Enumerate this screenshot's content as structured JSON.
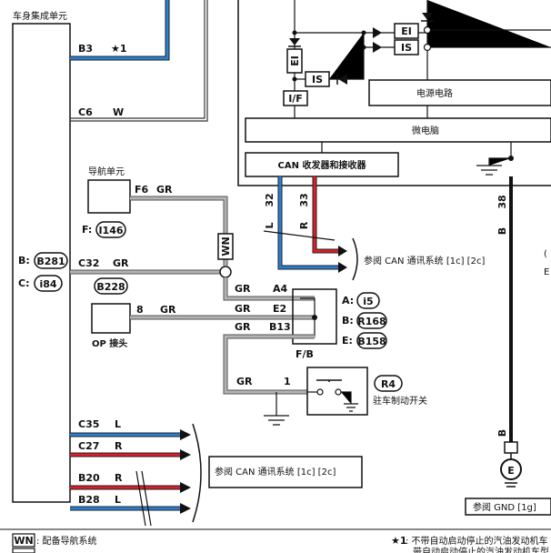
{
  "body_ecu": {
    "title": "车身集成单元",
    "connector_b_label": "B:",
    "connector_b_code": "B281",
    "connector_c_label": "C:",
    "connector_c_code": "i84"
  },
  "pins": {
    "b3": "B3",
    "b3_note": "★1",
    "c6": "C6",
    "c6_color": "W",
    "c32": "C32",
    "c32_color": "GR",
    "c35": "C35",
    "c35_color": "L",
    "c27": "C27",
    "c27_color": "R",
    "b20": "B20",
    "b20_color": "R",
    "b28": "B28",
    "b28_color": "L"
  },
  "nav_unit": {
    "title": "导航单元",
    "pin": "F6",
    "color": "GR",
    "connector_label": "F:",
    "connector_code": "I146"
  },
  "wn_badge": "WN",
  "op_connector": {
    "title": "OP 接头",
    "code": "B228",
    "pin": "8",
    "color": "GR"
  },
  "fb_junction": {
    "title": "F/B",
    "a4": "A4",
    "e2": "E2",
    "b13": "B13",
    "a4_color": "GR",
    "e2_color": "GR",
    "b13_color": "GR",
    "conn_a_label": "A:",
    "conn_a_code": "i5",
    "conn_b_label": "B:",
    "conn_b_code": "R168",
    "conn_e_label": "E:",
    "conn_e_code": "B158"
  },
  "parking_switch": {
    "title": "驻车制动开关",
    "code": "R4",
    "pin": "1",
    "color": "GR"
  },
  "ecu_internal": {
    "ei_1": "EI",
    "is_1": "IS",
    "ei_2": "EI",
    "is_2": "IS",
    "if_label": "I/F",
    "power_circuit": "电源电路",
    "microcomputer": "微电脑",
    "can_transceiver": "CAN 收发器和接收器",
    "pin_32": "32",
    "pin_33": "33",
    "pin_38": "38",
    "pin32_color": "L",
    "pin33_color": "R",
    "pin38_color": "B",
    "gnd_wire_color": "B"
  },
  "references": {
    "can_ref_1": "参阅 CAN 通讯系统 [1c] [2c]",
    "can_ref_2": "参阅 CAN 通讯系统 [1c] [2c]",
    "gnd_ref": "参阅 GND [1g]",
    "ground_symbol": "E"
  },
  "edge_fragments": {
    "right_1": "(",
    "right_2": "E"
  },
  "legend": {
    "wn_key": "WN",
    "wn_text": ": 配备导航系统",
    "note_key": "★1",
    "note_text_1": ": 不带自动启动停止的汽油发动机车",
    "note_text_2": "带自动启动停止的汽油发动机车型"
  },
  "colors": {
    "can_low_blue": "#2a7fd0",
    "can_high_red": "#d8202a",
    "gray_wire": "#b4b4b4",
    "black_wire": "#111111"
  }
}
